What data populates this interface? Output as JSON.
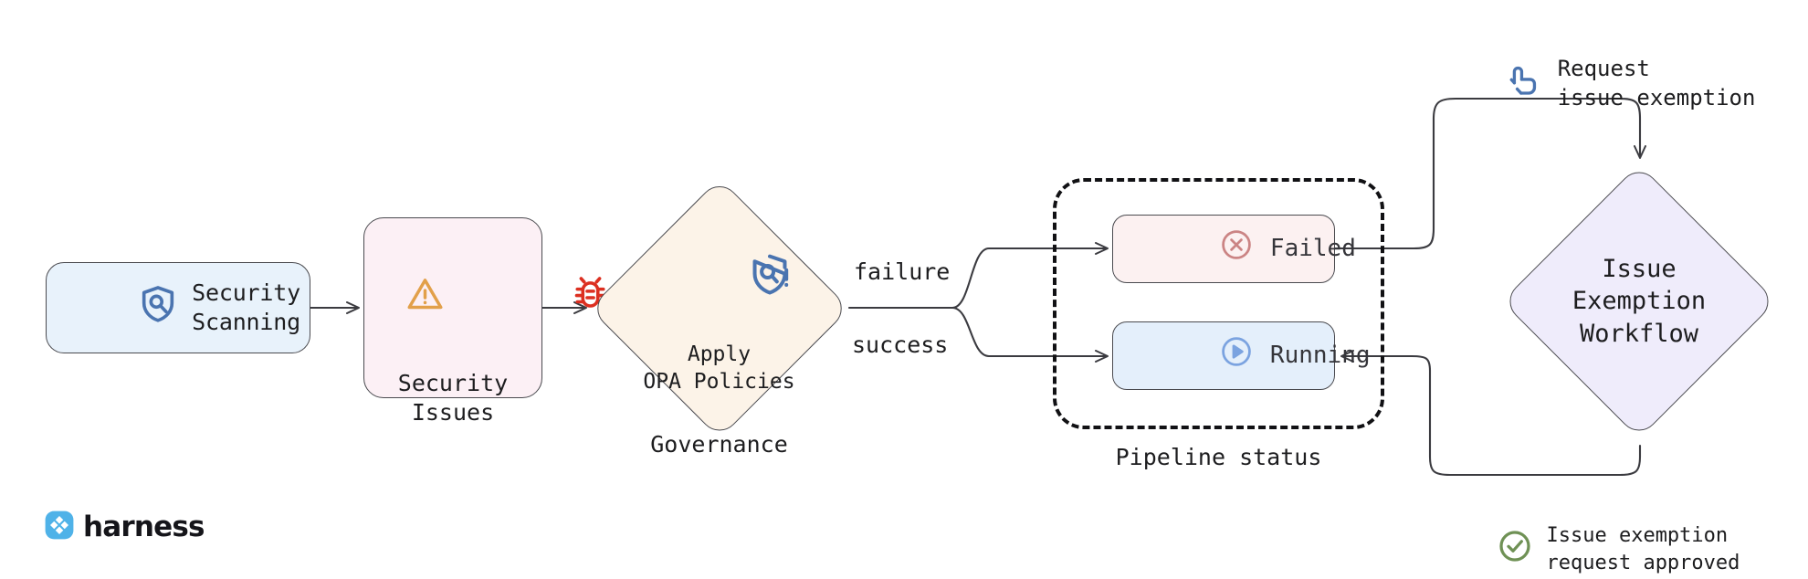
{
  "diagram": {
    "title": "Security scanning governance and issue exemption workflow",
    "background": "#ffffff"
  },
  "nodes": {
    "security_scanning": {
      "label": "Security\nScanning",
      "icon": "shield-search-icon",
      "fill": "#e8f2fb",
      "icon_color": "#4a74b0"
    },
    "security_issues": {
      "label": "Security\nIssues",
      "icons": [
        "warning-triangle-icon",
        "bug-icon"
      ],
      "fill": "#fcf0f5",
      "warning_color": "#e2a04a",
      "bug_color": "#dc2f20"
    },
    "apply_opa": {
      "label": "Apply\nOPA Policies",
      "icon": "shield-search-alert-icon",
      "fill": "#fcf3e8",
      "icon_color": "#4a74b0",
      "caption": "Governance"
    },
    "failed": {
      "label": "Failed",
      "icon": "x-circle-icon",
      "fill": "#fcf1f1",
      "icon_color": "#cb8484"
    },
    "running": {
      "label": "Running",
      "icon": "play-circle-icon",
      "fill": "#e4effb",
      "icon_color": "#7ba3e0"
    },
    "issue_exemption_workflow": {
      "label": "Issue\nExemption\nWorkflow",
      "fill": "#efecfb"
    }
  },
  "clusters": {
    "pipeline_status": {
      "caption": "Pipeline status",
      "style": "dashed",
      "members": [
        "failed",
        "running"
      ]
    }
  },
  "edges": [
    {
      "from": "security_scanning",
      "to": "security_issues",
      "label": ""
    },
    {
      "from": "security_issues",
      "to": "apply_opa",
      "label": ""
    },
    {
      "from": "apply_opa",
      "to": "failed",
      "label": "failure"
    },
    {
      "from": "apply_opa",
      "to": "running",
      "label": "success"
    },
    {
      "from": "failed",
      "to": "issue_exemption_workflow",
      "label": ""
    },
    {
      "from": "issue_exemption_workflow",
      "to": "running",
      "label": ""
    }
  ],
  "annotations": {
    "request_exemption": {
      "line1": "Request",
      "line2": "issue exemption",
      "icon": "hand-click-icon",
      "icon_color": "#4a74b0"
    },
    "request_approved": {
      "line1": "Issue exemption",
      "line2": "request approved",
      "icon": "check-circle-icon",
      "icon_color": "#6f9155"
    }
  },
  "branding": {
    "wordmark": "harness",
    "logo_icon": "harness-logo-icon",
    "logo_color": "#4fb2e8"
  },
  "colors": {
    "stroke": "#4a4a4f",
    "text": "#1d1d1f",
    "dashed_stroke": "#111114"
  }
}
